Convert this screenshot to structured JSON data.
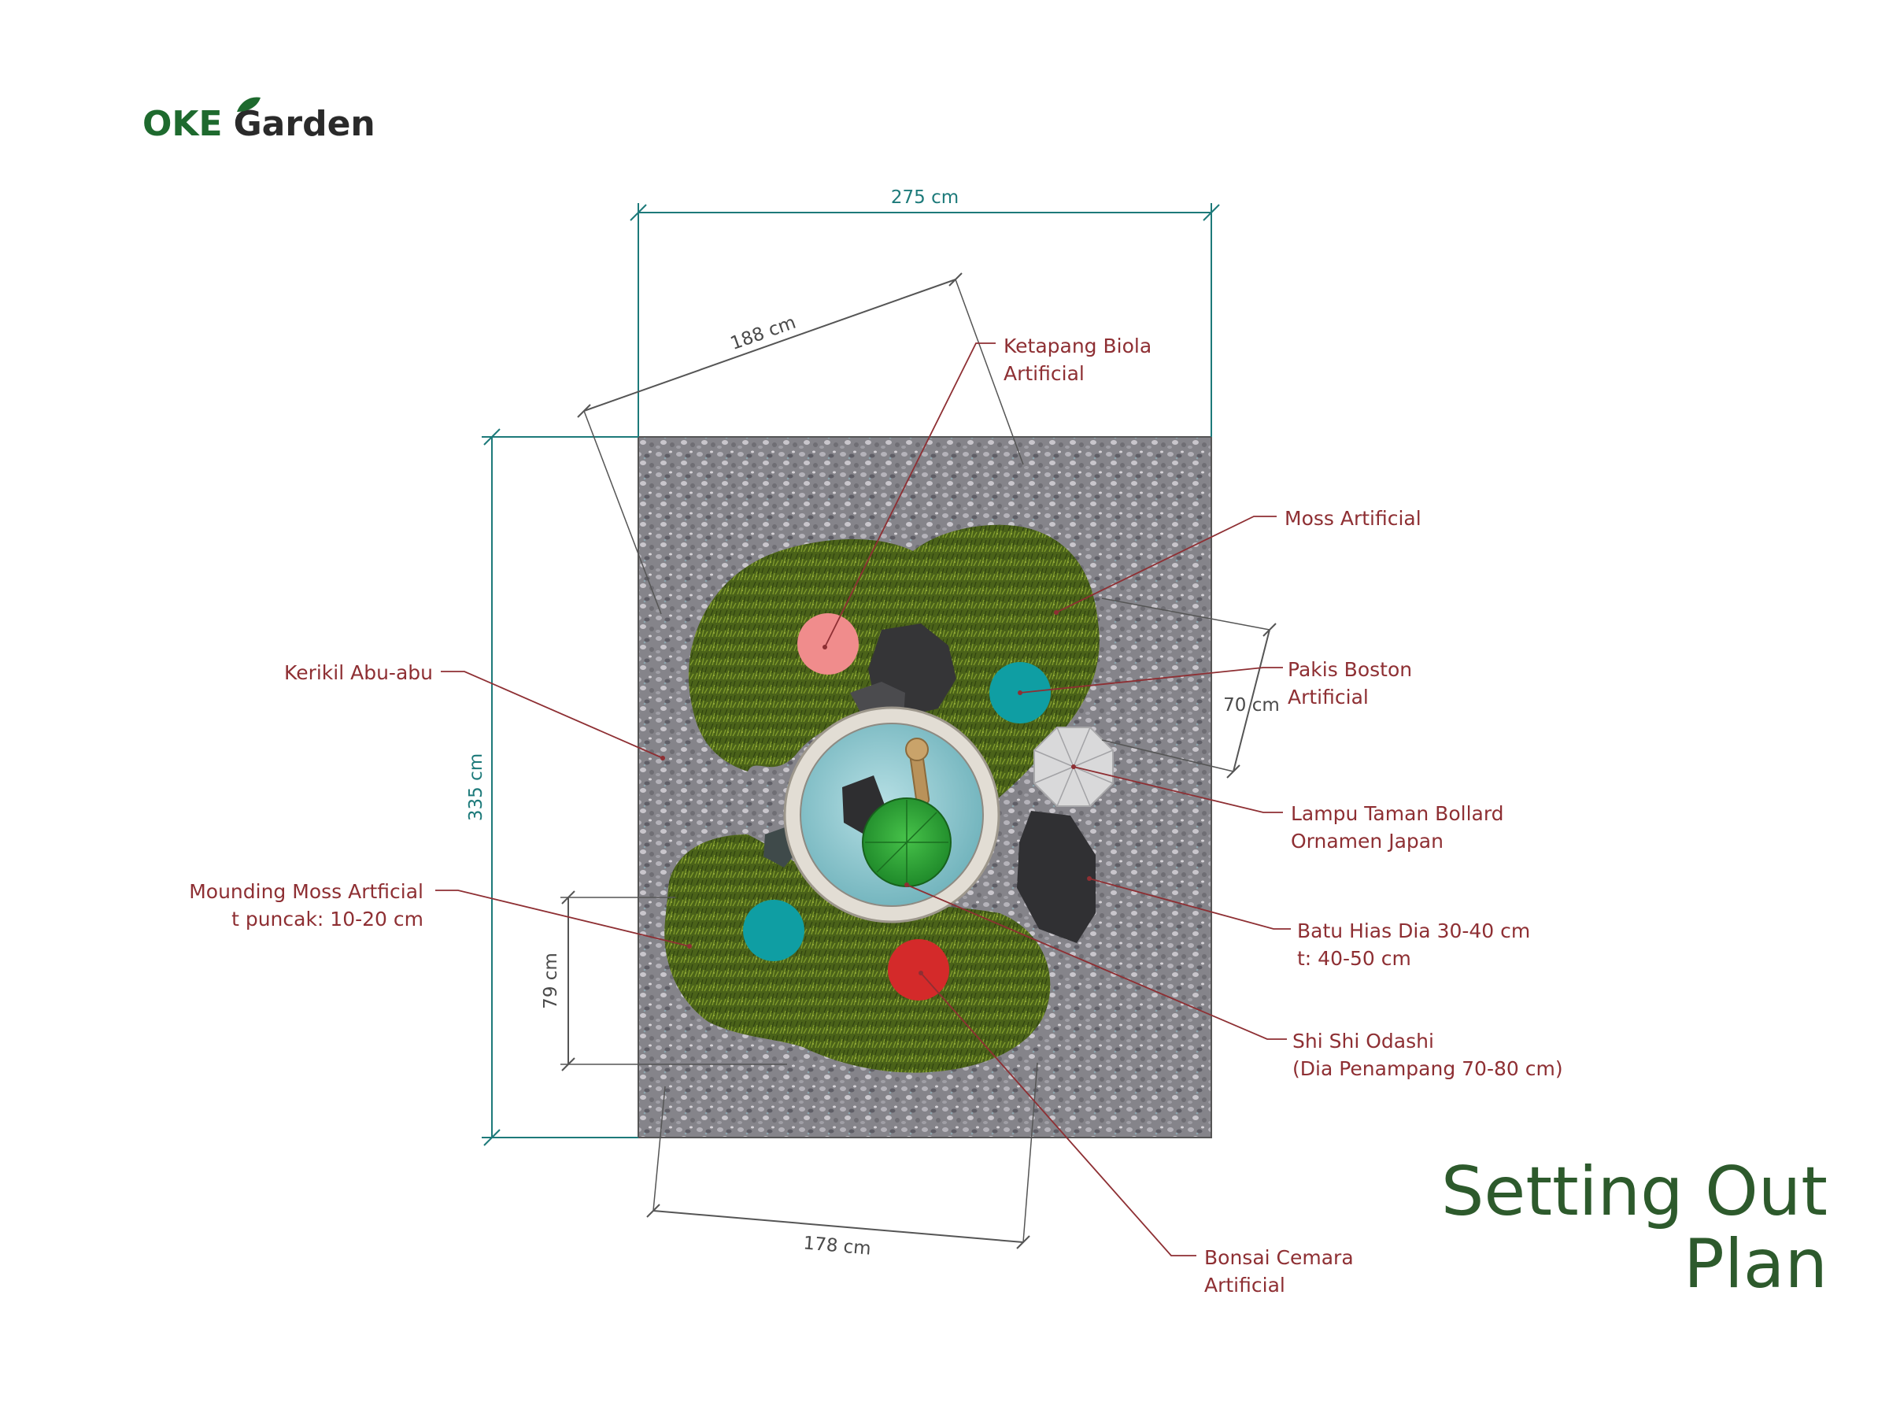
{
  "brand": {
    "part1": "OKE",
    "part2": "Garden"
  },
  "title": {
    "line1": "Setting Out",
    "line2": "Plan"
  },
  "dimensions": {
    "width": "275 cm",
    "height": "335 cm",
    "diagonal_top": "188 cm",
    "bottom": "178 cm",
    "right": "70 cm",
    "left_mound": "79 cm"
  },
  "labels": {
    "ketapang": [
      "Ketapang Biola",
      "Artificial"
    ],
    "moss": [
      "Moss Artificial"
    ],
    "pakis": [
      "Pakis Boston",
      "Artificial"
    ],
    "kerikil": [
      "Kerikil Abu-abu"
    ],
    "lampu": [
      "Lampu Taman Bollard",
      "Ornamen Japan"
    ],
    "mounding": [
      "Mounding Moss Artficial",
      "t puncak: 10-20 cm"
    ],
    "batu": [
      "Batu Hias Dia 30-40 cm",
      "t: 40-50 cm"
    ],
    "shishi": [
      "Shi Shi Odashi",
      "(Dia Penampang 70-80 cm)"
    ],
    "bonsai": [
      "Bonsai Cemara",
      "Artificial"
    ]
  },
  "colors": {
    "brand_green": "#1e6a2e",
    "title_green": "#2d5a2c",
    "callout_red": "#8e2f33",
    "dimension_teal": "#1d7a7a",
    "moss_green": "#4f6a1c",
    "gravel_gray": "#85848a",
    "pink_plant": "#f08c8c",
    "teal_plant": "#0f9ea3",
    "red_plant": "#d42a2a",
    "water_blue": "#8fc8cf"
  }
}
